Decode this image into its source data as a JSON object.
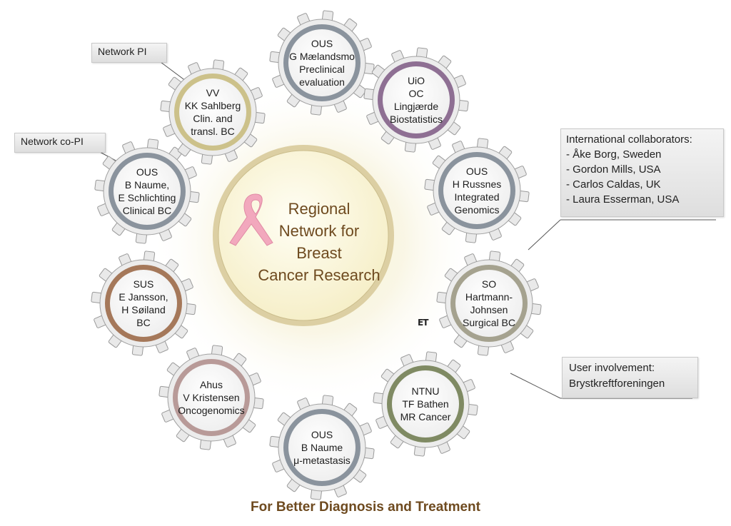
{
  "center": {
    "lines": [
      "Regional",
      "Network for",
      "Breast",
      "Cancer Research"
    ],
    "ribbon_color": "#f0a9bd",
    "fill": "#fdf9dd",
    "ring": "#d8c99a"
  },
  "footer": "For Better Diagnosis and Treatment",
  "gears": [
    {
      "id": "ous-maelandsmo",
      "lines": [
        "OUS",
        "G Mælandsmo",
        "Preclinical",
        "evaluation"
      ],
      "rim": "#8a939d"
    },
    {
      "id": "uio-lingjaerde",
      "lines": [
        "UiO",
        "OC",
        "Lingjærde",
        "Biostatistics"
      ],
      "rim": "#8e6f93"
    },
    {
      "id": "ous-russnes",
      "lines": [
        "OUS",
        "H Russnes",
        "Integrated",
        "Genomics"
      ],
      "rim": "#8a939d"
    },
    {
      "id": "so-hartmann",
      "lines": [
        "SO",
        "Hartmann-",
        "Johnsen",
        "Surgical BC"
      ],
      "rim": "#a5a28f"
    },
    {
      "id": "ntnu-bathen",
      "lines": [
        "NTNU",
        "TF Bathen",
        "MR Cancer"
      ],
      "rim": "#7f8a63"
    },
    {
      "id": "ous-naume-metastasis",
      "lines": [
        "OUS",
        "B Naume",
        "μ-metastasis"
      ],
      "rim": "#8a939d"
    },
    {
      "id": "ahus-kristensen",
      "lines": [
        "Ahus",
        "V Kristensen",
        "Oncogenomics"
      ],
      "rim": "#b89a98"
    },
    {
      "id": "sus-jansson",
      "lines": [
        "SUS",
        "E Jansson,",
        "H Søiland",
        "BC"
      ],
      "rim": "#a5785a"
    },
    {
      "id": "ous-naume-clinical",
      "lines": [
        "OUS",
        "B Naume,",
        "E  Schlichting",
        "Clinical BC"
      ],
      "rim": "#8a939d"
    },
    {
      "id": "vv-sahlberg",
      "lines": [
        "VV",
        "KK Sahlberg",
        "Clin. and",
        "transl. BC"
      ],
      "rim": "#ccc18a"
    }
  ],
  "callouts": {
    "network_pi": "Network PI",
    "network_copi": "Network co-PI",
    "international": {
      "title": "International collaborators:",
      "items": [
        "- Åke Borg, Sweden",
        "- Gordon Mills, USA",
        "- Carlos Caldas, UK",
        "- Laura Esserman, USA"
      ]
    },
    "user": {
      "lines": [
        "User involvement:",
        "Brystkreftforeningen"
      ]
    }
  },
  "logo_mark": "ET"
}
